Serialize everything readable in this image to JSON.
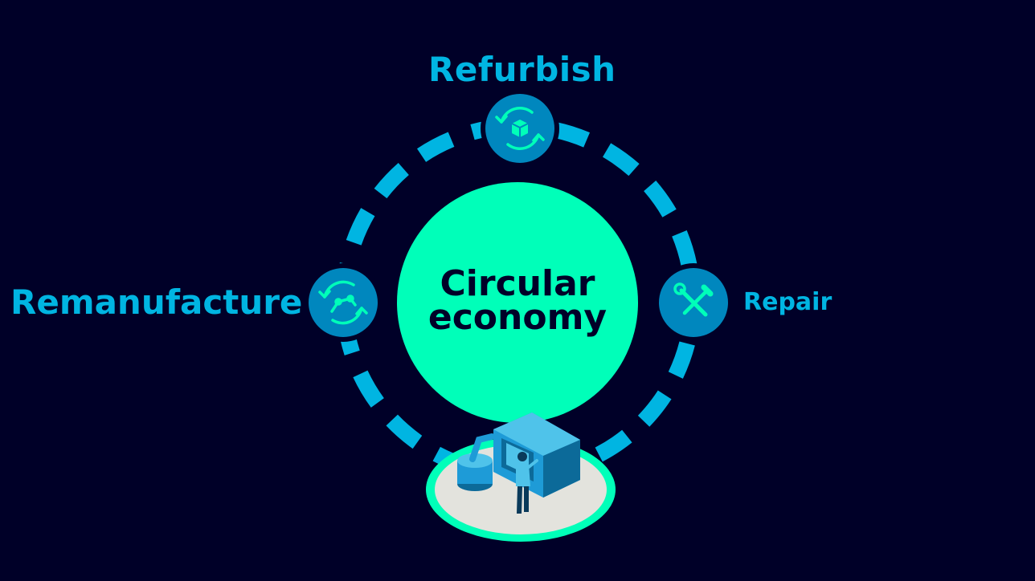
{
  "colors": {
    "background": "#000028",
    "ring_dash": "#00B5E2",
    "center_circle": "#00FFB9",
    "center_text": "#000028",
    "icon_circle": "#0087BE",
    "icon_glyph": "#00FFB9",
    "label": "#00B5E2",
    "platform_fill": "#E3E3DD",
    "platform_rim": "#00FFB9",
    "machine_main": "#1E9BD7",
    "machine_dark": "#0C6A99",
    "machine_light": "#4FC3EA",
    "person_dark": "#0A3A5A"
  },
  "diagram": {
    "center": {
      "line1": "Circular",
      "line2": "economy"
    },
    "stages": [
      {
        "id": "refurbish",
        "label": "Refurbish",
        "icon": "refurbish-box-cycle-icon",
        "position": "top"
      },
      {
        "id": "remanufacture",
        "label": "Remanufacture",
        "icon": "remanufacture-robot-arm-cycle-icon",
        "position": "left"
      },
      {
        "id": "repair",
        "label": "Repair",
        "icon": "wrench-screwdriver-icon",
        "position": "right"
      }
    ],
    "illustration": {
      "icon": "factory-machine-worker-illustration",
      "position": "bottom"
    }
  }
}
